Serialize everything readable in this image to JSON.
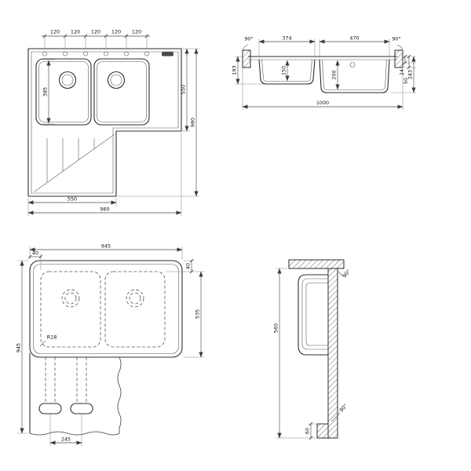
{
  "drawing": {
    "paper_color": "#ffffff",
    "ink_color": "#2e2e2e",
    "views": {
      "top_view": {
        "hole_spacings": [
          "120",
          "120",
          "120",
          "120",
          "120"
        ],
        "bowl_inner_width": "385",
        "side_upper": "550",
        "side_total": "980",
        "front_left": "550",
        "front_total": "960"
      },
      "front_section": {
        "angle_left": "90°",
        "left_bowl_width": "374",
        "right_bowl_width": "470",
        "angle_right": "90°",
        "left_outer_depth": "193",
        "left_bowl_depth": "150",
        "right_bowl_depth": "200",
        "overall_width": "1000",
        "rim_thickness": "24",
        "edge_height": "50",
        "overall_height": "243"
      },
      "bottom_view": {
        "overall_width": "945",
        "offset_left": "40",
        "offset_top": "40",
        "inner_height": "535",
        "overall_height": "945",
        "corner_radius": "R18",
        "slot_spacing": "245"
      },
      "side_section": {
        "section_height": "560",
        "foot_height": "60",
        "angle_top": "90°",
        "angle_bottom": "90°"
      }
    }
  }
}
